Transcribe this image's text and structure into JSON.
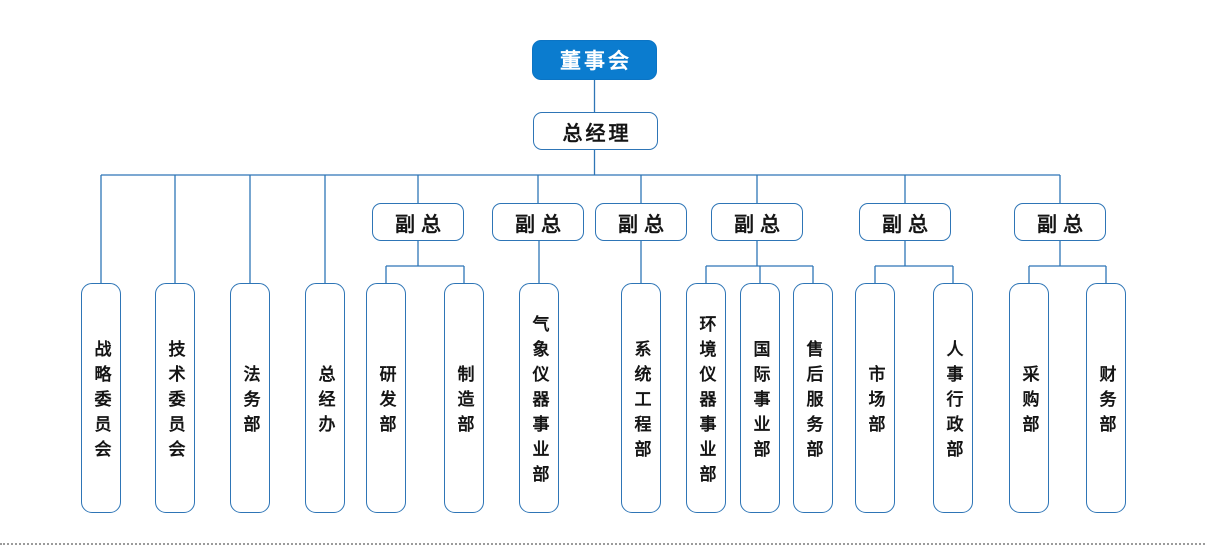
{
  "org": {
    "board": "董事会",
    "general_manager": "总经理",
    "direct_departments": [
      "战略委员会",
      "技术委员会",
      "法务部",
      "总经办"
    ],
    "vp_groups": [
      {
        "label": "副总",
        "children": [
          "研发部",
          "制造部"
        ]
      },
      {
        "label": "副总",
        "children": [
          "气象仪器事业部"
        ]
      },
      {
        "label": "副总",
        "children": [
          "系统工程部"
        ]
      },
      {
        "label": "副总",
        "children": [
          "环境仪器事业部",
          "国际事业部",
          "售后服务部"
        ]
      },
      {
        "label": "副总",
        "children": [
          "市场部",
          "人事行政部"
        ]
      },
      {
        "label": "副总",
        "children": [
          "采购部",
          "财务部"
        ]
      }
    ]
  },
  "colors": {
    "root_fill": "#0b7ccf",
    "box_border": "#2e75b6",
    "connector_line": "#2e75b6",
    "text": "#151515",
    "root_text": "#ffffff",
    "page_margin_dots": "#9b9b9b"
  }
}
